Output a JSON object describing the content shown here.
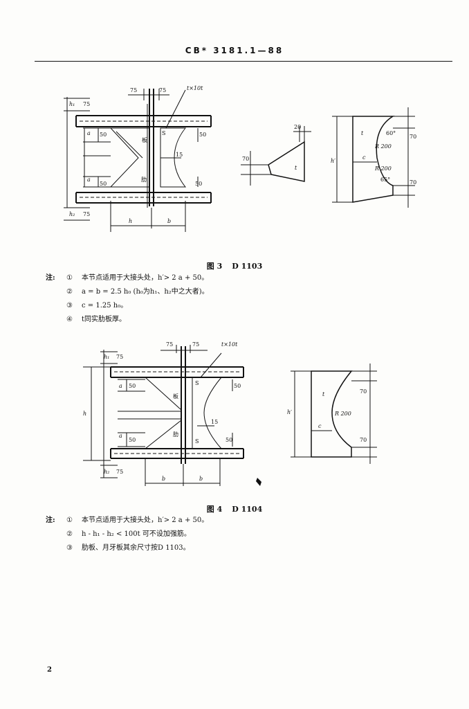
{
  "header": {
    "code": "CB* 3181.1—88"
  },
  "figure3": {
    "caption_label": "图 3",
    "caption_code": "D 1103",
    "labels": {
      "dim75_left": "75",
      "dim75_right": "75",
      "plate": "t×10t",
      "h1": "h₁",
      "dim75_top": "75",
      "a_top": "a",
      "dim50_tl": "50",
      "dim50_tr": "50",
      "S_top": "S",
      "ban": "板",
      "dim15": "15",
      "a_bot": "a",
      "dim50_bl": "50",
      "lei": "肋",
      "dim50_br": "50",
      "h2": "h₂",
      "dim75_bot": "75",
      "h": "h",
      "b": "b"
    },
    "detail_left": {
      "dim20": "20",
      "dim70": "70",
      "t": "t"
    },
    "detail_right": {
      "h_prime": "h′",
      "t": "t",
      "angle60": "60°",
      "dim70_top": "70",
      "R200_top": "R 200",
      "c": "c",
      "R200_bot": "R 200",
      "angle65": "65°",
      "dim70_bot": "70"
    },
    "notes_lead": "注:",
    "notes": [
      {
        "mark": "①",
        "text": "本节点适用于大接头处，h′> 2 a + 50。"
      },
      {
        "mark": "②",
        "text": "a = b = 2.5 h₀ (h₀为h₁、h₂中之大者)。"
      },
      {
        "mark": "③",
        "text": "c = 1.25 h₀。"
      },
      {
        "mark": "④",
        "text": "t同实肋板厚。"
      }
    ]
  },
  "figure4": {
    "caption_label": "图 4",
    "caption_code": "D 1104",
    "labels": {
      "dim75_left": "75",
      "dim75_right": "75",
      "plate": "t×10t",
      "h1": "h₁",
      "dim75_top": "75",
      "a_top": "a",
      "dim50_tl": "50",
      "ban": "板",
      "S_top": "S",
      "dim50_tr": "50",
      "h": "h",
      "dim15": "15",
      "a_bot": "a",
      "dim50_bl": "50",
      "lei": "肋",
      "S_bot": "S",
      "dim50_br": "50",
      "h2": "h₂",
      "dim75_bot": "75",
      "b_left": "b",
      "b_right": "b"
    },
    "detail": {
      "h_prime": "h′",
      "t": "t",
      "dim70_top": "70",
      "R200": "R 200",
      "c": "c",
      "dim70_bot": "70"
    },
    "notes_lead": "注:",
    "notes": [
      {
        "mark": "①",
        "text": "本节点适用于大接头处，h′> 2 a + 50。"
      },
      {
        "mark": "②",
        "text": "h - h₁ - h₂ < 100t 可不设加强筋。"
      },
      {
        "mark": "③",
        "text": "肋板、月牙板其余尺寸按D 1103。"
      }
    ]
  },
  "page": {
    "number": "2"
  }
}
